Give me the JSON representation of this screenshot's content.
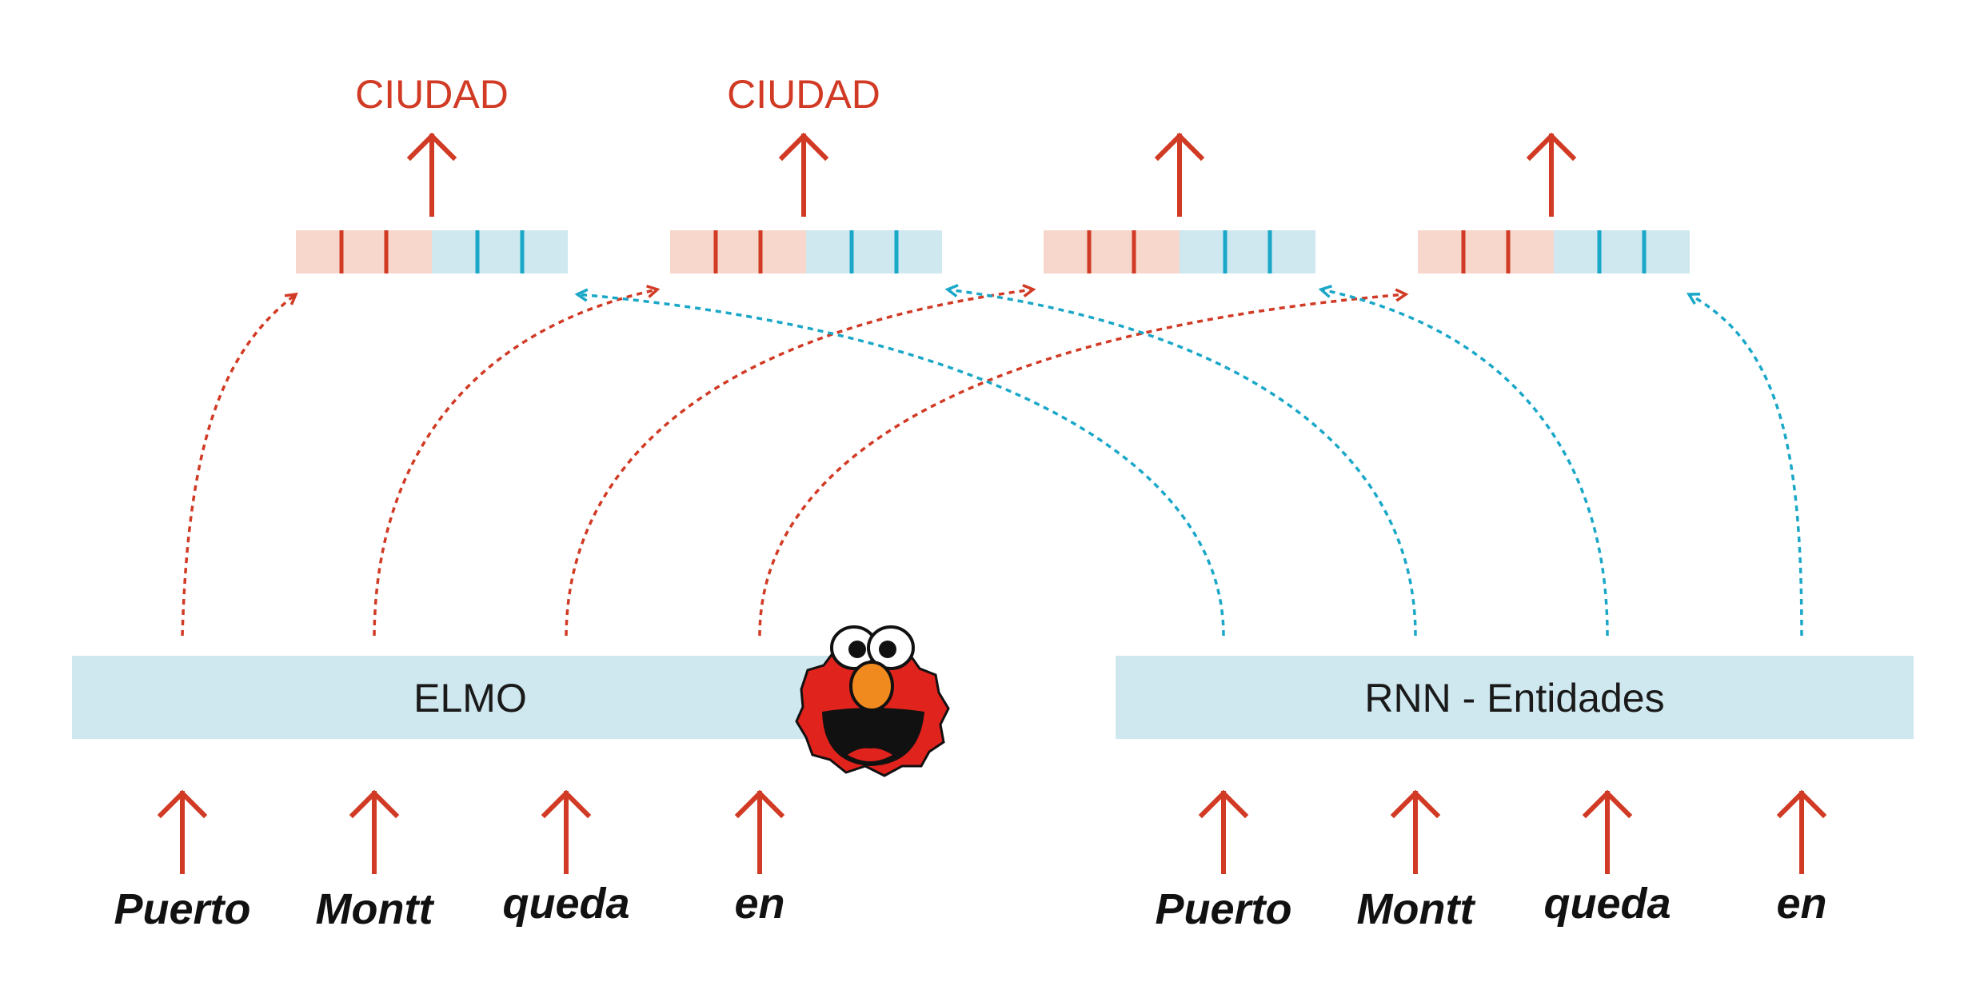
{
  "colors": {
    "red": "#d13a24",
    "blue": "#1aa7c8",
    "box_fill": "#cfe8ef",
    "red_fill": "#f7d7cb",
    "blue_fill": "#cfe8ef"
  },
  "outputs": [
    {
      "label": "CIUDAD"
    },
    {
      "label": "CIUDAD"
    },
    {
      "label": ""
    },
    {
      "label": ""
    }
  ],
  "elmo": {
    "label": "ELMO",
    "mascot_icon": "elmo-face-icon",
    "words": [
      "Puerto",
      "Montt",
      "queda",
      "en"
    ]
  },
  "rnn": {
    "label": "RNN - Entidades",
    "words": [
      "Puerto",
      "Montt",
      "queda",
      "en"
    ]
  }
}
